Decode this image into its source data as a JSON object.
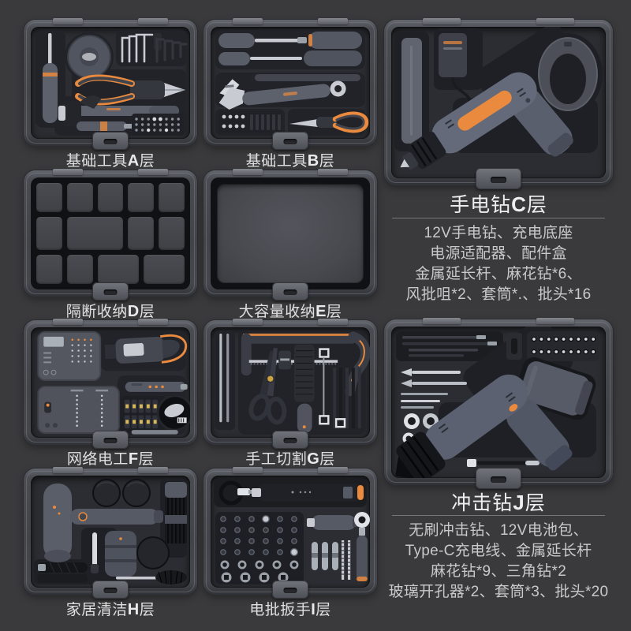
{
  "page": {
    "background": "#3a3a3c",
    "accent_orange": "#e98a3e",
    "label_color": "#e0e0e0",
    "desc_color": "#c9c9c9"
  },
  "tray_labels": [
    {
      "prefix": "基础工具",
      "letter": "A",
      "suffix": "层"
    },
    {
      "prefix": "基础工具",
      "letter": "B",
      "suffix": "层"
    },
    {
      "prefix": "隔断收纳",
      "letter": "D",
      "suffix": "层"
    },
    {
      "prefix": "大容量收纳",
      "letter": "E",
      "suffix": "层"
    },
    {
      "prefix": "网络电工",
      "letter": "F",
      "suffix": "层"
    },
    {
      "prefix": "手工切割",
      "letter": "G",
      "suffix": "层"
    },
    {
      "prefix": "家居清洁",
      "letter": "H",
      "suffix": "层"
    },
    {
      "prefix": "电批扳手",
      "letter": "I",
      "suffix": "层"
    }
  ],
  "sections": [
    {
      "prefix": "手电钻",
      "letter": "C",
      "suffix": "层",
      "lines": [
        "12V手电钻、充电底座",
        "电源适配器、配件盒",
        "金属延长杆、麻花钻*6、",
        "风批咀*2、套筒*.、批头*16"
      ]
    },
    {
      "prefix": "冲击钻",
      "letter": "J",
      "suffix": "层",
      "lines": [
        "无刷冲击钻、12V电池包、",
        "Type-C充电线、金属延长杆",
        "麻花钻*9、三角钻*2",
        "玻璃开孔器*2、套筒*3、批头*20"
      ]
    }
  ]
}
